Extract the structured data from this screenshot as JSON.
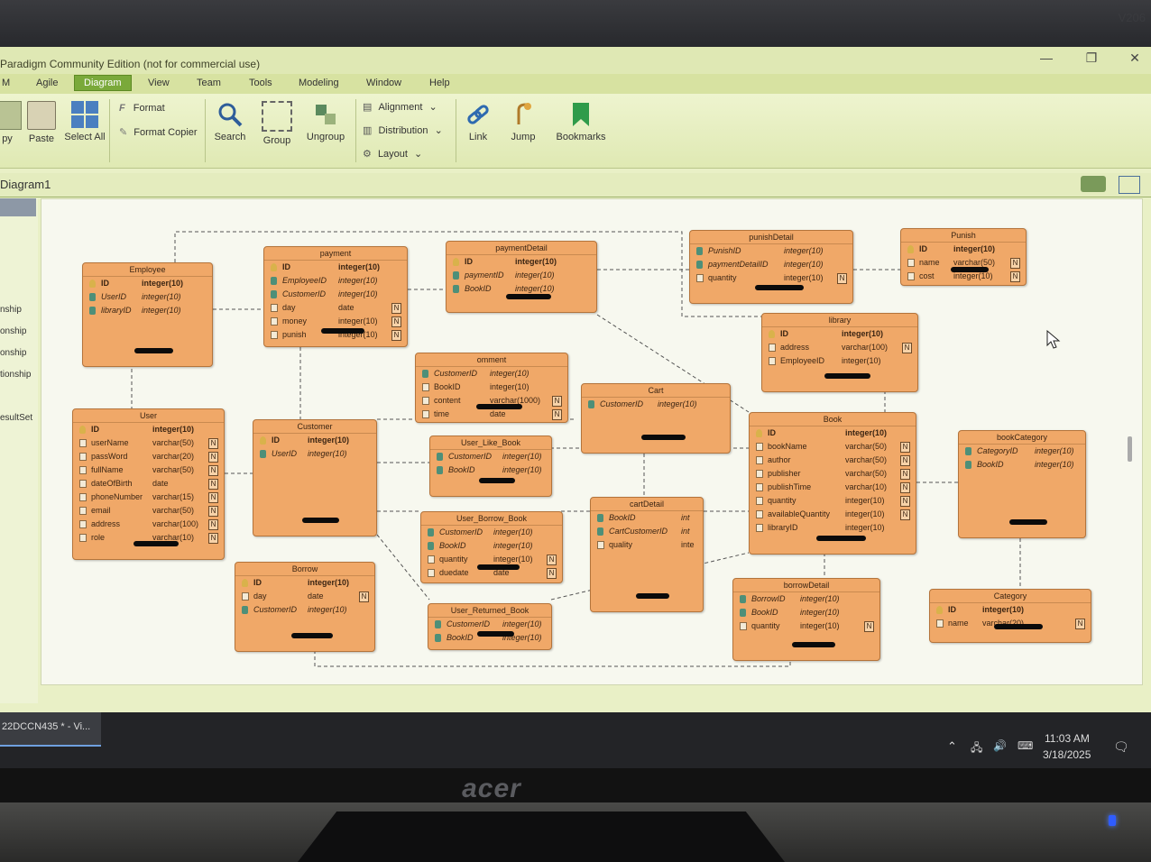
{
  "window": {
    "title": "Paradigm Community Edition (not for commercial use)",
    "minimize": "—",
    "restore": "❐",
    "close": "✕"
  },
  "menu": {
    "items": [
      "M",
      "Agile",
      "Diagram",
      "View",
      "Team",
      "Tools",
      "Modeling",
      "Window",
      "Help"
    ],
    "active": "Diagram"
  },
  "ribbon": {
    "copy": "py",
    "paste": "Paste",
    "select_all": "Select All",
    "format": "Format",
    "format_copier": "Format Copier",
    "search": "Search",
    "group": "Group",
    "ungroup": "Ungroup",
    "alignment": "Alignment",
    "distribution": "Distribution",
    "layout": "Layout",
    "link": "Link",
    "jump": "Jump",
    "bookmarks": "Bookmarks"
  },
  "tab": {
    "label": "Diagram1"
  },
  "left_panel": {
    "items": [
      "nship",
      "onship",
      "onship",
      "tionship",
      "esultSet"
    ]
  },
  "taskbar": {
    "app": "22DCCN435 * - Vi...",
    "time": "11:03 AM",
    "date": "3/18/2025"
  },
  "monitor": {
    "brand": "acer",
    "corner": "V206"
  },
  "colors": {
    "entity_fill": "#f0a868",
    "entity_border": "#b4743b",
    "screen_bg": "#e9f0c6",
    "active_menu": "#7aa93a"
  },
  "entities": {
    "employee": {
      "name": "Employee",
      "cols": [
        {
          "i": "key",
          "n": "ID",
          "t": "integer(10)"
        },
        {
          "i": "fk",
          "n": "UserID",
          "t": "integer(10)"
        },
        {
          "i": "fk",
          "n": "libraryID",
          "t": "integer(10)"
        }
      ]
    },
    "payment": {
      "name": "payment",
      "cols": [
        {
          "i": "key",
          "n": "ID",
          "t": "integer(10)"
        },
        {
          "i": "fk",
          "n": "EmployeeID",
          "t": "integer(10)"
        },
        {
          "i": "fk",
          "n": "CustomerID",
          "t": "integer(10)"
        },
        {
          "i": "col",
          "n": "day",
          "t": "date",
          "nn": "N"
        },
        {
          "i": "col",
          "n": "money",
          "t": "integer(10)",
          "nn": "N"
        },
        {
          "i": "col",
          "n": "punish",
          "t": "integer(10)",
          "nn": "N"
        }
      ]
    },
    "paymentDetail": {
      "name": "paymentDetail",
      "cols": [
        {
          "i": "key",
          "n": "ID",
          "t": "integer(10)"
        },
        {
          "i": "fk",
          "n": "paymentID",
          "t": "integer(10)"
        },
        {
          "i": "fk",
          "n": "BookID",
          "t": "integer(10)"
        }
      ]
    },
    "punishDetail": {
      "name": "punishDetail",
      "cols": [
        {
          "i": "fk",
          "n": "PunishID",
          "t": "integer(10)"
        },
        {
          "i": "fk",
          "n": "paymentDetailID",
          "t": "integer(10)"
        },
        {
          "i": "col",
          "n": "quantity",
          "t": "integer(10)",
          "nn": "N"
        }
      ]
    },
    "punish": {
      "name": "Punish",
      "cols": [
        {
          "i": "key",
          "n": "ID",
          "t": "integer(10)"
        },
        {
          "i": "col",
          "n": "name",
          "t": "varchar(50)",
          "nn": "N"
        },
        {
          "i": "col",
          "n": "cost",
          "t": "integer(10)",
          "nn": "N"
        }
      ]
    },
    "library": {
      "name": "library",
      "cols": [
        {
          "i": "key",
          "n": "ID",
          "t": "integer(10)"
        },
        {
          "i": "col",
          "n": "address",
          "t": "varchar(100)",
          "nn": "N"
        },
        {
          "i": "col",
          "n": "EmployeeID",
          "t": "integer(10)"
        }
      ]
    },
    "comment": {
      "name": "omment",
      "cols": [
        {
          "i": "fk",
          "n": "CustomerID",
          "t": "integer(10)"
        },
        {
          "i": "col",
          "n": "BookID",
          "t": "integer(10)"
        },
        {
          "i": "col",
          "n": "content",
          "t": "varchar(1000)",
          "nn": "N"
        },
        {
          "i": "col",
          "n": "time",
          "t": "date",
          "nn": "N"
        }
      ]
    },
    "cart": {
      "name": "Cart",
      "cols": [
        {
          "i": "fk",
          "n": "CustomerID",
          "t": "integer(10)"
        }
      ]
    },
    "user": {
      "name": "User",
      "cols": [
        {
          "i": "key",
          "n": "ID",
          "t": "integer(10)"
        },
        {
          "i": "col",
          "n": "userName",
          "t": "varchar(50)",
          "nn": "N"
        },
        {
          "i": "col",
          "n": "passWord",
          "t": "varchar(20)",
          "nn": "N"
        },
        {
          "i": "col",
          "n": "fullName",
          "t": "varchar(50)",
          "nn": "N"
        },
        {
          "i": "col",
          "n": "dateOfBirth",
          "t": "date",
          "nn": "N"
        },
        {
          "i": "col",
          "n": "phoneNumber",
          "t": "varchar(15)",
          "nn": "N"
        },
        {
          "i": "col",
          "n": "email",
          "t": "varchar(50)",
          "nn": "N"
        },
        {
          "i": "col",
          "n": "address",
          "t": "varchar(100)",
          "nn": "N"
        },
        {
          "i": "col",
          "n": "role",
          "t": "varchar(10)",
          "nn": "N"
        }
      ]
    },
    "customer": {
      "name": "Customer",
      "cols": [
        {
          "i": "key",
          "n": "ID",
          "t": "integer(10)"
        },
        {
          "i": "fk",
          "n": "UserID",
          "t": "integer(10)"
        }
      ]
    },
    "userLikeBook": {
      "name": "User_Like_Book",
      "cols": [
        {
          "i": "fk",
          "n": "CustomerID",
          "t": "integer(10)"
        },
        {
          "i": "fk",
          "n": "BookID",
          "t": "integer(10)"
        }
      ]
    },
    "book": {
      "name": "Book",
      "cols": [
        {
          "i": "key",
          "n": "ID",
          "t": "integer(10)"
        },
        {
          "i": "col",
          "n": "bookName",
          "t": "varchar(50)",
          "nn": "N"
        },
        {
          "i": "col",
          "n": "author",
          "t": "varchar(50)",
          "nn": "N"
        },
        {
          "i": "col",
          "n": "publisher",
          "t": "varchar(50)",
          "nn": "N"
        },
        {
          "i": "col",
          "n": "publishTime",
          "t": "varchar(10)",
          "nn": "N"
        },
        {
          "i": "col",
          "n": "quantity",
          "t": "integer(10)",
          "nn": "N"
        },
        {
          "i": "col",
          "n": "availableQuantity",
          "t": "integer(10)",
          "nn": "N"
        },
        {
          "i": "col",
          "n": "libraryID",
          "t": "integer(10)"
        }
      ]
    },
    "bookCategory": {
      "name": "bookCategory",
      "cols": [
        {
          "i": "fk",
          "n": "CategoryID",
          "t": "integer(10)"
        },
        {
          "i": "fk",
          "n": "BookID",
          "t": "integer(10)"
        }
      ]
    },
    "userBorrowBook": {
      "name": "User_Borrow_Book",
      "cols": [
        {
          "i": "fk",
          "n": "CustomerID",
          "t": "integer(10)"
        },
        {
          "i": "fk",
          "n": "BookID",
          "t": "integer(10)"
        },
        {
          "i": "col",
          "n": "quantity",
          "t": "integer(10)",
          "nn": "N"
        },
        {
          "i": "col",
          "n": "duedate",
          "t": "date",
          "nn": "N"
        }
      ]
    },
    "cartDetail": {
      "name": "cartDetail",
      "cols": [
        {
          "i": "fk",
          "n": "BookID",
          "t": "int"
        },
        {
          "i": "fk",
          "n": "CartCustomerID",
          "t": "int"
        },
        {
          "i": "col",
          "n": "quality",
          "t": "inte"
        }
      ]
    },
    "borrow": {
      "name": "Borrow",
      "cols": [
        {
          "i": "key",
          "n": "ID",
          "t": "integer(10)"
        },
        {
          "i": "col",
          "n": "day",
          "t": "date",
          "nn": "N"
        },
        {
          "i": "fk",
          "n": "CustomerID",
          "t": "integer(10)"
        }
      ]
    },
    "userReturnedBook": {
      "name": "User_Returned_Book",
      "cols": [
        {
          "i": "fk",
          "n": "CustomerID",
          "t": "integer(10)"
        },
        {
          "i": "fk",
          "n": "BookID",
          "t": "integer(10)"
        }
      ]
    },
    "borrowDetail": {
      "name": "borrowDetail",
      "cols": [
        {
          "i": "fk",
          "n": "BorrowID",
          "t": "integer(10)"
        },
        {
          "i": "fk",
          "n": "BookID",
          "t": "integer(10)"
        },
        {
          "i": "col",
          "n": "quantity",
          "t": "integer(10)",
          "nn": "N"
        }
      ]
    },
    "category": {
      "name": "Category",
      "cols": [
        {
          "i": "key",
          "n": "ID",
          "t": "integer(10)"
        },
        {
          "i": "col",
          "n": "name",
          "t": "varchar(20)",
          "nn": "N"
        }
      ]
    }
  }
}
